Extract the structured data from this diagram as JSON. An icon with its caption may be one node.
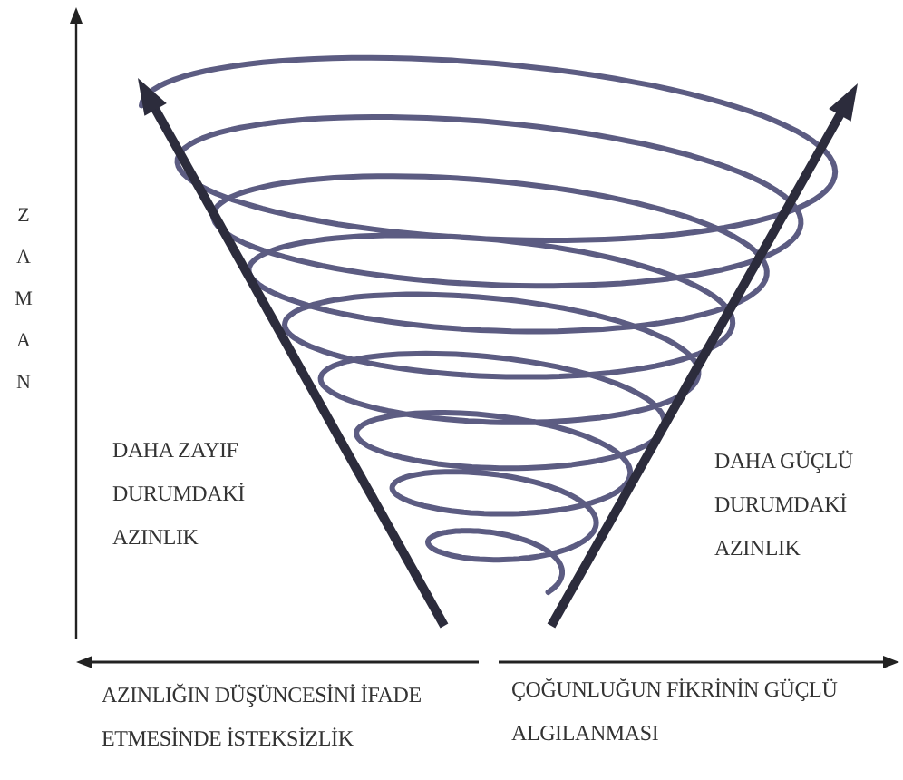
{
  "diagram": {
    "labels": [
      "ZAMAN",
      "DAHA ZAYIF DURUMDAKİ AZINLIK",
      "DAHA GÜÇLÜ DURUMDAKİ AZINLIK",
      "AZINLIĞIN DÜŞÜNCESİNİ İFADE ETMESİNDE İSTEKSİZLİK",
      "ÇOĞUNLUĞUN FİKRİNİN GÜÇLÜ ALGILANMASI"
    ]
  }
}
